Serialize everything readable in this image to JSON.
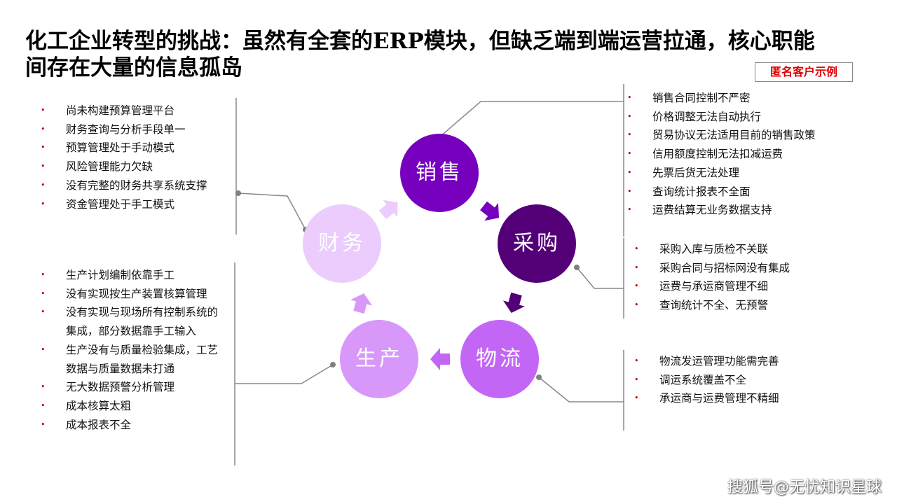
{
  "title": "化工企业转型的挑战：虽然有全套的ERP模块，但缺乏端到端运营拉通，核心职能间存在大量的信息孤岛",
  "badge": "匿名客户示例",
  "nodes": {
    "sales": "销售",
    "purchase": "采购",
    "logistics": "物流",
    "production": "生产",
    "finance": "财务"
  },
  "colors": {
    "sales": "#7600BE",
    "purchase": "#530078",
    "logistics": "#C466F5",
    "production": "#D898FA",
    "finance": "#EBCCFD"
  },
  "finance_issues": [
    "尚未构建预算管理平台",
    "财务查询与分析手段单一",
    "预算管理处于手动模式",
    "风险管理能力欠缺",
    "没有完整的财务共享系统支撑",
    "资金管理处于手工模式"
  ],
  "production_issues": [
    "生产计划编制依靠手工",
    "没有实现按生产装置核算管理",
    "没有实现与现场所有控制系统的集成，部分数据靠手工输入",
    "生产没有与质量检验集成，工艺数据与质量数据未打通",
    "无大数据预警分析管理",
    "成本核算太粗",
    "成本报表不全"
  ],
  "sales_issues": [
    "销售合同控制不严密",
    "价格调整无法自动执行",
    "贸易协议无法适用目前的销售政策",
    "信用额度控制无法扣减运费",
    "先票后货无法处理",
    "查询统计报表不全面",
    "运费结算无业务数据支持"
  ],
  "purchase_issues": [
    "采购入库与质检不关联",
    "采购合同与招标网没有集成",
    "运费与承运商管理不细",
    "查询统计不全、无预警"
  ],
  "logistics_issues": [
    "物流发运管理功能需完善",
    "调运系统覆盖不全",
    "承运商与运费管理不精细"
  ],
  "watermark": "搜狐号@无忧知识星球"
}
